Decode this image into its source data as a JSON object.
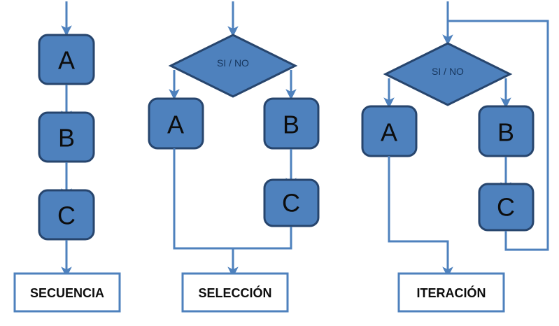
{
  "diagram": {
    "title_hidden": "",
    "colors": {
      "shape_fill": "#4e81bd",
      "shape_border": "#27456d",
      "connector": "#4e81bd",
      "label_border": "#4e81bd",
      "label_fill": "#ffffff",
      "text_dark": "#0d0d0d",
      "decision_text": "#17365d",
      "background": "#ffffff"
    },
    "columns": [
      {
        "id": "secuencia",
        "caption": "SECUENCIA",
        "boxes": [
          {
            "id": "seq-a",
            "letter": "A"
          },
          {
            "id": "seq-b",
            "letter": "B"
          },
          {
            "id": "seq-c",
            "letter": "C"
          }
        ],
        "decision": null
      },
      {
        "id": "seleccion",
        "caption": "SELECCIÓN",
        "decision": {
          "id": "sel-decision",
          "label": "SI / NO"
        },
        "boxes": [
          {
            "id": "sel-a",
            "letter": "A"
          },
          {
            "id": "sel-b",
            "letter": "B"
          },
          {
            "id": "sel-c",
            "letter": "C"
          }
        ]
      },
      {
        "id": "iteracion",
        "caption": "ITERACIÓN",
        "decision": {
          "id": "iter-decision",
          "label": "SI / NO"
        },
        "boxes": [
          {
            "id": "iter-a",
            "letter": "A"
          },
          {
            "id": "iter-b",
            "letter": "B"
          },
          {
            "id": "iter-c",
            "letter": "C"
          }
        ]
      }
    ]
  }
}
